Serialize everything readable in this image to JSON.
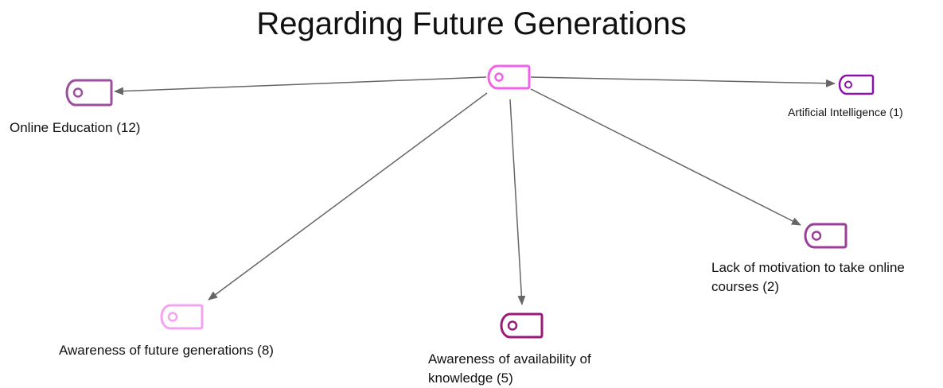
{
  "title": "Regarding Future Generations",
  "root": {
    "icon": "tag-icon",
    "color": "#f062e8"
  },
  "nodes": [
    {
      "id": "online-education",
      "label": "Online Education (12)",
      "icon": "tag-icon",
      "color": "#9b4f9e"
    },
    {
      "id": "artificial-intelligence",
      "label": "Artificial Intelligence (1)",
      "icon": "tag-icon",
      "color": "#8a12a6"
    },
    {
      "id": "lack-of-motivation",
      "label": "Lack of motivation to take online courses (2)",
      "icon": "tag-icon",
      "color": "#9b3d99"
    },
    {
      "id": "awareness-availability",
      "label": "Awareness of availability of knowledge (5)",
      "icon": "tag-icon",
      "color": "#9a1a7a"
    },
    {
      "id": "awareness-future",
      "label": "Awareness of future generations (8)",
      "icon": "tag-icon",
      "color": "#f4a3f1"
    }
  ],
  "edge_color": "#666666"
}
